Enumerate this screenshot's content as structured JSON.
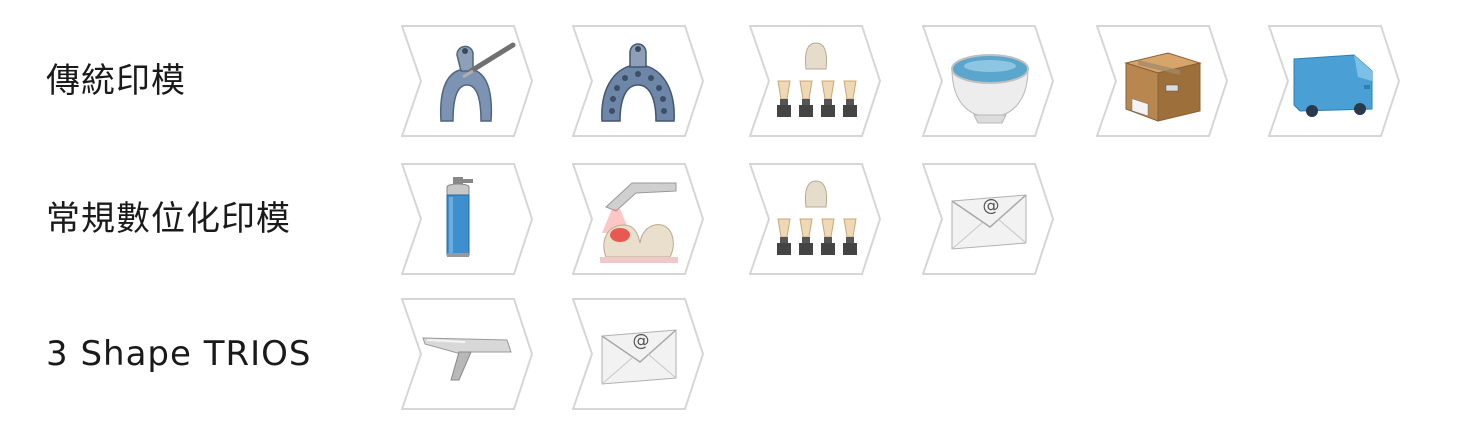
{
  "workflows": [
    {
      "label": "傳統印模",
      "steps": [
        "impression-tray-syringe-icon",
        "impression-tray-icon",
        "dental-model-dies-icon",
        "mixing-bowl-icon",
        "shipping-box-icon",
        "delivery-van-icon"
      ]
    },
    {
      "label": "常規數位化印模",
      "steps": [
        "spray-can-icon",
        "scanner-on-teeth-icon",
        "dental-model-dies-icon",
        "email-envelope-icon"
      ]
    },
    {
      "label": "3 Shape TRIOS",
      "steps": [
        "intraoral-scanner-icon",
        "email-envelope-icon"
      ]
    }
  ],
  "envelope_glyph": "@",
  "colors": {
    "frame": "#d6d6d6",
    "label": "#1a1a1a",
    "tray_blue": "#7c93b4",
    "bowl_water": "#5aa6cc",
    "box_brown": "#b8874f",
    "van_blue": "#4a9fd4",
    "spray_blue": "#3f8fcf"
  }
}
